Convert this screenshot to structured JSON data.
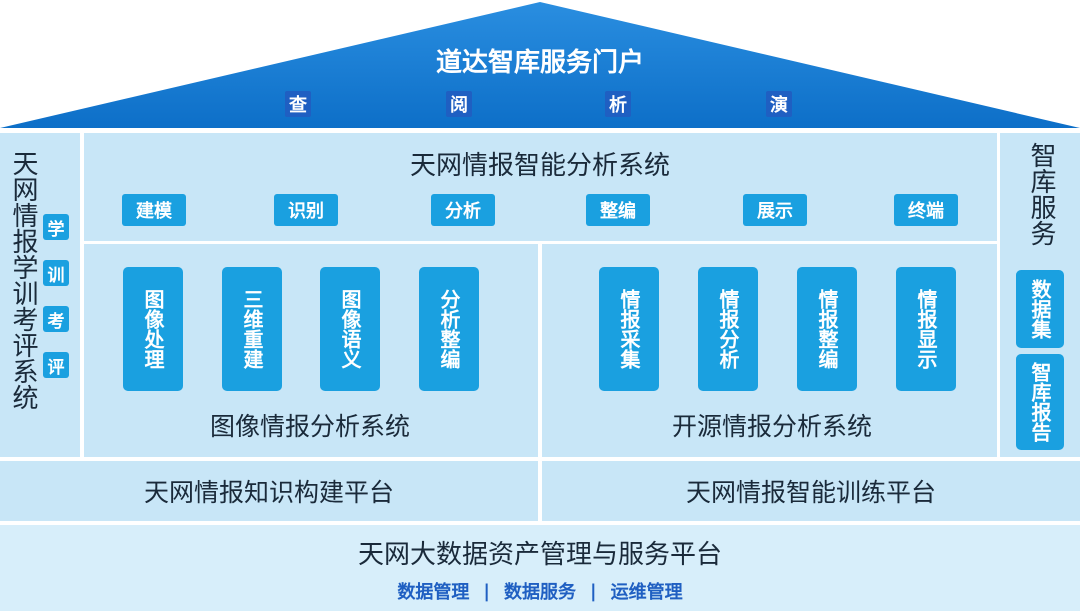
{
  "roof": {
    "title": "道达智库服务门户",
    "buttons": [
      "查",
      "阅",
      "析",
      "演"
    ]
  },
  "left_column": {
    "title": "天网情报学训考评系统",
    "tags": [
      "学",
      "训",
      "考",
      "评"
    ]
  },
  "right_column": {
    "title": "智库服务",
    "boxes": [
      "数据集",
      "智库报告"
    ]
  },
  "top_system": {
    "title": "天网情报智能分析系统",
    "pills": [
      "建模",
      "识别",
      "分析",
      "整编",
      "展示",
      "终端"
    ]
  },
  "image_system": {
    "title": "图像情报分析系统",
    "modules": [
      "图像处理",
      "三维重建",
      "图像语义",
      "分析整编"
    ]
  },
  "open_system": {
    "title": "开源情报分析系统",
    "modules": [
      "情报采集",
      "情报分析",
      "情报整编",
      "情报显示"
    ]
  },
  "platforms": {
    "knowledge": "天网情报知识构建平台",
    "training": "天网情报智能训练平台"
  },
  "base": {
    "title": "天网大数据资产管理与服务平台",
    "items": [
      "数据管理",
      "数据服务",
      "运维管理"
    ],
    "separator": "|"
  }
}
